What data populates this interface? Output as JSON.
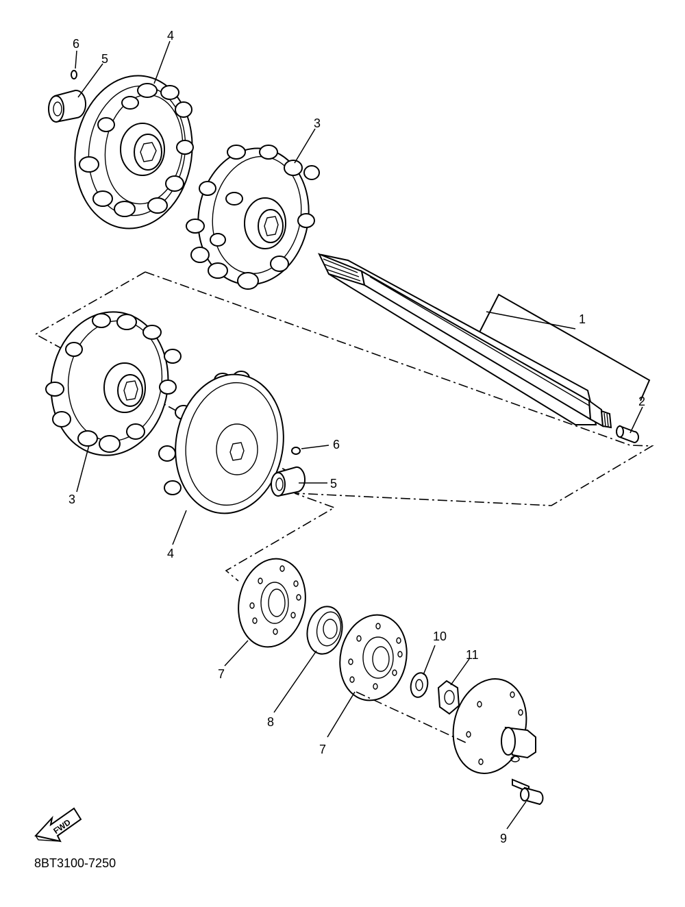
{
  "diagram": {
    "part_number": "8BT3100-7250",
    "fwd_label": "FWD",
    "callouts": [
      {
        "id": "c1",
        "label": "1"
      },
      {
        "id": "c2",
        "label": "2"
      },
      {
        "id": "c3a",
        "label": "3"
      },
      {
        "id": "c3b",
        "label": "3"
      },
      {
        "id": "c4a",
        "label": "4"
      },
      {
        "id": "c4b",
        "label": "4"
      },
      {
        "id": "c5a",
        "label": "5"
      },
      {
        "id": "c5b",
        "label": "5"
      },
      {
        "id": "c6a",
        "label": "6"
      },
      {
        "id": "c6b",
        "label": "6"
      },
      {
        "id": "c7a",
        "label": "7"
      },
      {
        "id": "c7b",
        "label": "7"
      },
      {
        "id": "c8",
        "label": "8"
      },
      {
        "id": "c9",
        "label": "9"
      },
      {
        "id": "c10",
        "label": "10"
      },
      {
        "id": "c11",
        "label": "11"
      }
    ]
  }
}
